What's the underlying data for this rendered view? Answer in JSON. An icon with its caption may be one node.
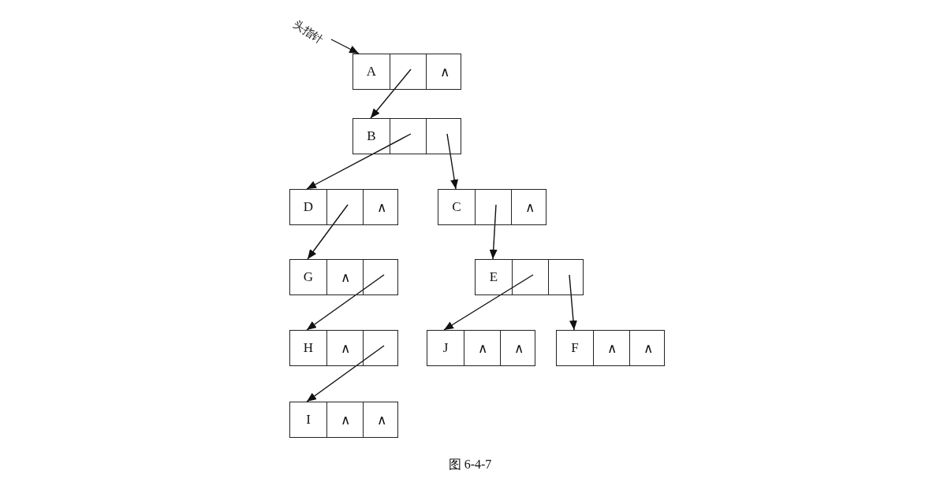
{
  "diagram": {
    "caption": "图 6-4-7",
    "nodes": [
      {
        "text": [
          "头指针"
        ]
      },
      {
        "text": [],
        "shape": "box"
      },
      {
        "text": [
          "A"
        ],
        "in": 1
      },
      {
        "text": [],
        "shape": "box",
        "in": 1
      },
      {
        "text": [
          "∧"
        ],
        "in": 1
      },
      {
        "text": [],
        "shape": "box"
      },
      {
        "text": [
          "B"
        ],
        "in": 5
      },
      {
        "text": [],
        "shape": "box",
        "in": 5
      },
      {
        "text": [],
        "shape": "box",
        "in": 5
      },
      {
        "text": [],
        "shape": "box"
      },
      {
        "text": [
          "D"
        ],
        "in": 9
      },
      {
        "text": [],
        "shape": "box",
        "in": 9
      },
      {
        "text": [
          "∧"
        ],
        "in": 9
      },
      {
        "text": [],
        "shape": "box"
      },
      {
        "text": [
          "C"
        ],
        "in": 13
      },
      {
        "text": [],
        "shape": "box",
        "in": 13
      },
      {
        "text": [
          "∧"
        ],
        "in": 13
      },
      {
        "text": [],
        "shape": "box"
      },
      {
        "text": [
          "G"
        ],
        "in": 17
      },
      {
        "text": [
          "∧"
        ],
        "in": 17
      },
      {
        "text": [],
        "shape": "box",
        "in": 17
      },
      {
        "text": [],
        "shape": "box"
      },
      {
        "text": [
          "E"
        ],
        "in": 21
      },
      {
        "text": [],
        "shape": "box",
        "in": 21
      },
      {
        "text": [],
        "shape": "box",
        "in": 21
      },
      {
        "text": [],
        "shape": "box"
      },
      {
        "text": [
          "H"
        ],
        "in": 25
      },
      {
        "text": [
          "∧"
        ],
        "in": 25
      },
      {
        "text": [],
        "shape": "box",
        "in": 25
      },
      {
        "text": [],
        "shape": "box"
      },
      {
        "text": [
          "J"
        ],
        "in": 29
      },
      {
        "text": [
          "∧"
        ],
        "in": 29
      },
      {
        "text": [
          "∧"
        ],
        "in": 29
      },
      {
        "text": [],
        "shape": "box"
      },
      {
        "text": [
          "F"
        ],
        "in": 33
      },
      {
        "text": [
          "∧"
        ],
        "in": 33
      },
      {
        "text": [
          "∧"
        ],
        "in": 33
      },
      {
        "text": [],
        "shape": "box"
      },
      {
        "text": [
          "I"
        ],
        "in": 37
      },
      {
        "text": [
          "∧"
        ],
        "in": 37
      },
      {
        "text": [
          "∧"
        ],
        "in": 37
      }
    ],
    "edges": [
      {
        "from": 0,
        "to": 2,
        "arrow": "to"
      },
      {
        "from": 3,
        "to": 6,
        "arrow": "to"
      },
      {
        "from": 7,
        "to": 10,
        "arrow": "to"
      },
      {
        "from": 8,
        "to": 14,
        "arrow": "to"
      },
      {
        "from": 11,
        "to": 18,
        "arrow": "to"
      },
      {
        "from": 15,
        "to": 22,
        "arrow": "to"
      },
      {
        "from": 20,
        "to": 26,
        "arrow": "to"
      },
      {
        "from": 23,
        "to": 30,
        "arrow": "to"
      },
      {
        "from": 24,
        "to": 34,
        "arrow": "to"
      },
      {
        "from": 28,
        "to": 38,
        "arrow": "to"
      }
    ]
  }
}
